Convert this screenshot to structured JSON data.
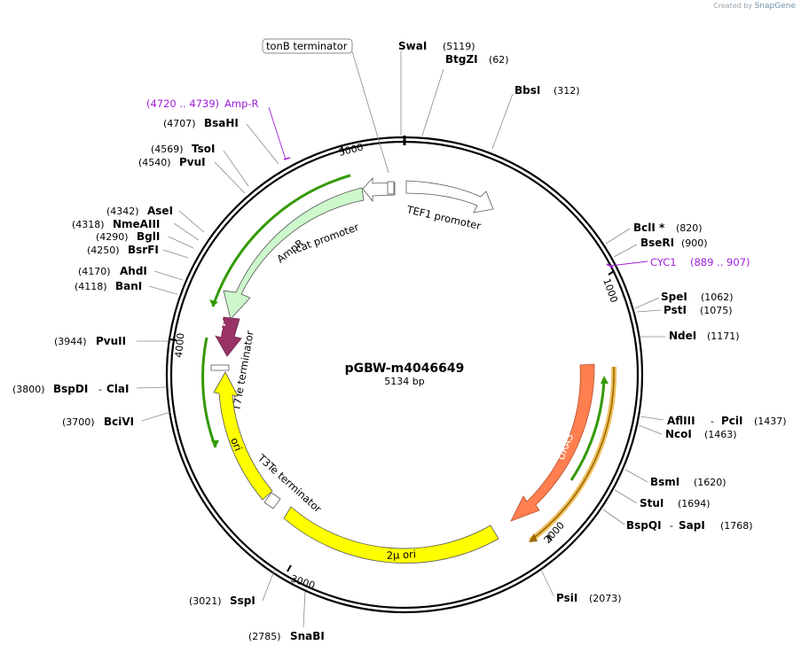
{
  "credit": {
    "prefix": "Created by",
    "brand": "SnapGene"
  },
  "plasmid": {
    "name": "pGBW-m4046649",
    "length_label": "5134 bp",
    "length": 5134
  },
  "ticks": [
    "1000",
    "2000",
    "3000",
    "4000",
    "5000"
  ],
  "enzymes": [
    {
      "name": "SwaI",
      "pos": "(5119)"
    },
    {
      "name": "BtgZI",
      "pos": "(62)"
    },
    {
      "name": "BbsI",
      "pos": "(312)"
    },
    {
      "name": "BclI *",
      "pos": "(820)"
    },
    {
      "name": "BseRI",
      "pos": "(900)"
    },
    {
      "name": "SpeI",
      "pos": "(1062)"
    },
    {
      "name": "PstI",
      "pos": "(1075)"
    },
    {
      "name": "NdeI",
      "pos": "(1171)"
    },
    {
      "name": "AflIII",
      "sep": "-",
      "name2": "PciI",
      "pos": "(1437)"
    },
    {
      "name": "NcoI",
      "pos": "(1463)"
    },
    {
      "name": "BsmI",
      "pos": "(1620)"
    },
    {
      "name": "StuI",
      "pos": "(1694)"
    },
    {
      "name": "BspQI",
      "sep": "-",
      "name2": "SapI",
      "pos": "(1768)"
    },
    {
      "name": "PsiI",
      "pos": "(2073)"
    },
    {
      "name": "SnaBI",
      "pos": "(2785)"
    },
    {
      "name": "SspI",
      "pos": "(3021)"
    },
    {
      "name": "BciVI",
      "pos": "(3700)"
    },
    {
      "name": "BspDI",
      "sep": "-",
      "name2": "ClaI",
      "pos": "(3800)"
    },
    {
      "name": "PvuII",
      "pos": "(3944)"
    },
    {
      "name": "BanI",
      "pos": "(4118)"
    },
    {
      "name": "AhdI",
      "pos": "(4170)"
    },
    {
      "name": "BsrFI",
      "pos": "(4250)"
    },
    {
      "name": "BglI",
      "pos": "(4290)"
    },
    {
      "name": "NmeAIII",
      "pos": "(4318)"
    },
    {
      "name": "AseI",
      "pos": "(4342)"
    },
    {
      "name": "PvuI",
      "pos": "(4540)"
    },
    {
      "name": "TsoI",
      "pos": "(4569)"
    },
    {
      "name": "BsaHI",
      "pos": "(4707)"
    }
  ],
  "primers": [
    {
      "name": "Amp-R",
      "range": "(4720 .. 4739)"
    },
    {
      "name": "CYC1",
      "range": "(889 .. 907)"
    }
  ],
  "features": {
    "tonB": "tonB terminator",
    "tef1": "TEF1 promoter",
    "cat": "cat promoter",
    "ampr": "AmpR",
    "rop": "rop",
    "t7te": "T7Te terminator",
    "ori": "ori",
    "t3te": "T3Te terminator",
    "two_micron": "2μ ori",
    "ura3": "URA3"
  },
  "colors": {
    "ampr": "#ccf8cc",
    "rop": "#993366",
    "ori": "#ffff00",
    "ura3": "#ff7f50",
    "primer": "#a020d8",
    "orf_green": "#339900",
    "orf_outline": "#f0c060"
  }
}
